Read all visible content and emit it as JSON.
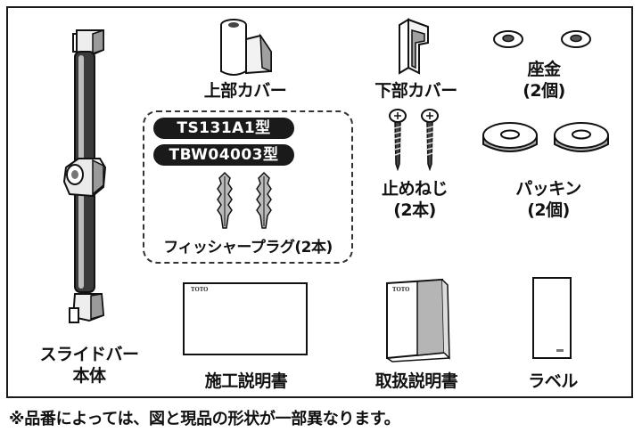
{
  "parts": {
    "slide_bar": {
      "label_line1": "スライドバー",
      "label_line2": "本体"
    },
    "upper_cover": {
      "label": "上部カバー"
    },
    "lower_cover": {
      "label": "下部カバー"
    },
    "washer": {
      "label_line1": "座金",
      "label_line2": "(2個)"
    },
    "screws": {
      "label_line1": "止めねじ",
      "label_line2": "(2本)"
    },
    "gasket": {
      "label_line1": "パッキン",
      "label_line2": "(2個)"
    },
    "fischer_plug": {
      "label": "フィッシャープラグ(2本)",
      "model_1": "TS131A1型",
      "model_2": "TBW04003型"
    },
    "install_manual": {
      "label": "施工説明書",
      "brand": "TOTO"
    },
    "user_manual": {
      "label": "取扱説明書",
      "brand": "TOTO"
    },
    "label_sticker": {
      "label": "ラベル"
    }
  },
  "footnote": "※品番によっては、図と現品の形状が一部異なります。"
}
